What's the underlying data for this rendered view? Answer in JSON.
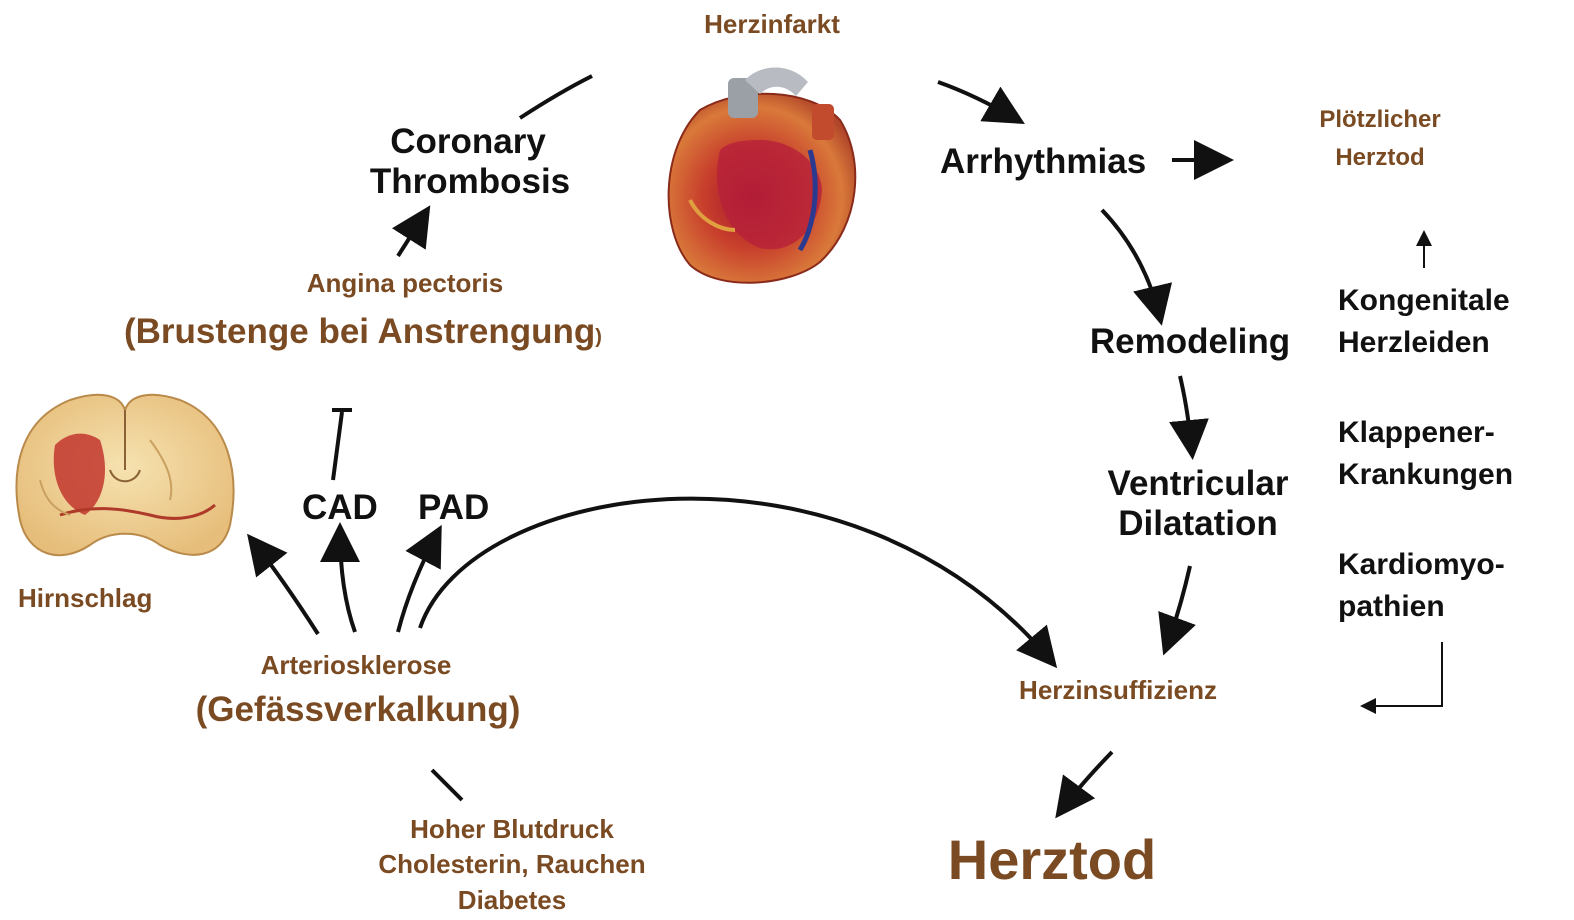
{
  "colors": {
    "brown": "#7a4a22",
    "black": "#111111",
    "arrow": "#111111"
  },
  "labels": {
    "herzinfarkt": "Herzinfarkt",
    "coronary_line1": "Coronary",
    "coronary_line2": "Thrombosis",
    "arrhythmias": "Arrhythmias",
    "ploetzlicher_line1": "Plötzlicher",
    "ploetzlicher_line2": "Herztod",
    "angina": "Angina pectoris",
    "brustenge_main": "(Brustenge bei Anstrengung",
    "brustenge_close": ")",
    "remodeling": "Remodeling",
    "kongenitale_line1": "Kongenitale",
    "kongenitale_line2": "Herzleiden",
    "klappen_line1": "Klappener-",
    "klappen_line2": "Krankungen",
    "ventricular_line1": "Ventricular",
    "ventricular_line2": "Dilatation",
    "cad": "CAD",
    "pad": "PAD",
    "hirnschlag": "Hirnschlag",
    "kardio_line1": "Kardiomyo-",
    "kardio_line2": "pathien",
    "arteriosklerose": "Arteriosklerose",
    "gefaess": "(Gefässverkalkung)",
    "herzinsuffizienz": "Herzinsuffizienz",
    "hoher_line1": "Hoher Blutdruck",
    "hoher_line2": "Cholesterin, Rauchen",
    "hoher_line3": "Diabetes",
    "herztod": "Herztod"
  },
  "images": {
    "heart": "heart-illustration",
    "brain": "brain-section-illustration"
  }
}
